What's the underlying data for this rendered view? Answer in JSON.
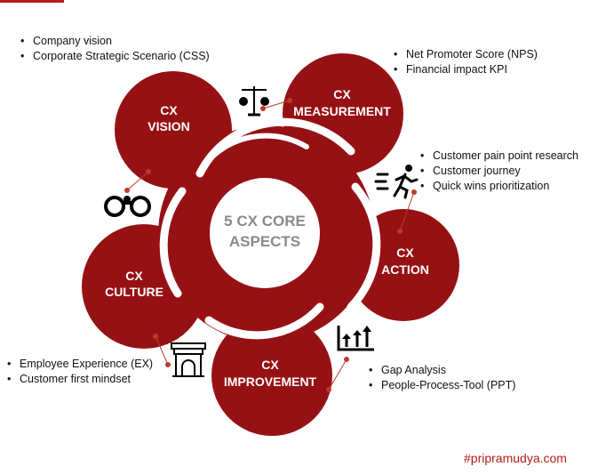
{
  "center": {
    "line1": "5 CX CORE",
    "line2": "ASPECTS"
  },
  "aspects": [
    {
      "line1": "CX",
      "line2": "VISION",
      "icon": "binoculars-icon",
      "bullets": [
        "Company vision",
        "Corporate Strategic Scenario (CSS)"
      ]
    },
    {
      "line1": "CX",
      "line2": "MEASUREMENT",
      "icon": "scales-icon",
      "bullets": [
        "Net Promoter Score (NPS)",
        "Financial impact KPI"
      ]
    },
    {
      "line1": "CX",
      "line2": "ACTION",
      "icon": "running-person-icon",
      "bullets": [
        "Customer pain point research",
        "Customer journey",
        "Quick wins prioritization"
      ]
    },
    {
      "line1": "CX",
      "line2": "IMPROVEMENT",
      "icon": "growth-chart-icon",
      "bullets": [
        "Gap Analysis",
        "People-Process-Tool (PPT)"
      ]
    },
    {
      "line1": "CX",
      "line2": "CULTURE",
      "icon": "gateway-icon",
      "bullets": [
        "Employee Experience (EX)",
        "Customer first mindset"
      ]
    }
  ],
  "hashtag": "#pripramudya.com",
  "colors": {
    "primary": "#961114",
    "accent": "#b31b1b",
    "center_text": "#8a8a8a"
  }
}
